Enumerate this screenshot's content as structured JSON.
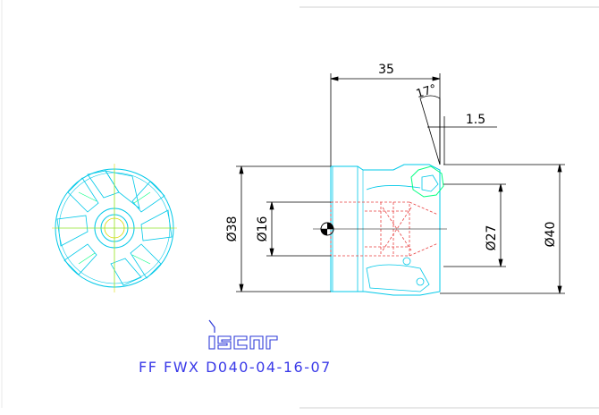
{
  "drawing": {
    "part_number": "FF FWX D040-04-16-07",
    "brand_logo": "iscar",
    "dimensions": {
      "overall_length": "35",
      "lead_angle": "17°",
      "edge_offset": "1.5",
      "shank_diameter": "Ø38",
      "bore_diameter": "Ø16",
      "inner_diameter": "Ø27",
      "cutting_diameter": "Ø40"
    }
  },
  "colors": {
    "background": "#ffffff",
    "dimension_lines": "#000000",
    "body_outline": "#00c8e8",
    "hidden_lines": "#e84040",
    "centerline": "#d8d800",
    "insert_fill": "#00ff80",
    "title_text": "#3a3ae8",
    "logo": "#2f3bd8"
  }
}
